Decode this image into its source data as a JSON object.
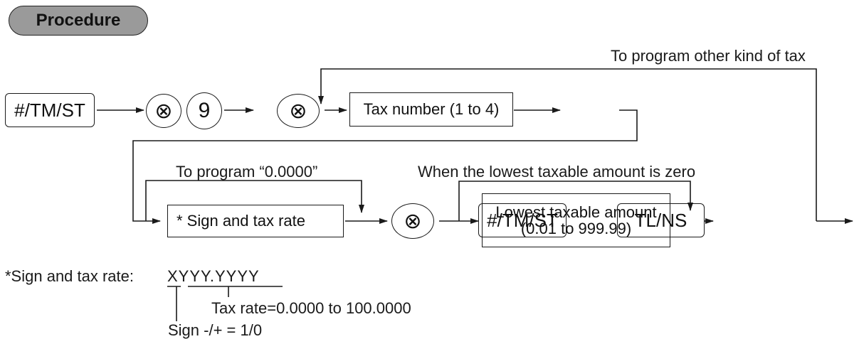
{
  "header": {
    "title": "Procedure"
  },
  "diagram": {
    "key_start": "#/TM/ST",
    "multiply_symbol": "⊗",
    "digit_9": "9",
    "tax_number_box": "Tax number (1 to 4)",
    "loop_other_tax_label": "To program other kind of tax",
    "zero_path_label": "To program “0.0000”",
    "sign_tax_rate_box": "* Sign and tax rate",
    "lowest_zero_label": "When the lowest taxable amount is zero",
    "lowest_amount_line1": "Lowest taxable amount",
    "lowest_amount_line2": "(0.01 to 999.99)",
    "key_lowest_overlay": "#/TM/ST",
    "key_tl_ns": "TL/NS"
  },
  "footnote": {
    "label": "*Sign and tax rate:",
    "format": "XYYY.YYYY",
    "tax_rate_note": "Tax rate=0.0000 to 100.0000",
    "sign_note": "Sign -/+ = 1/0"
  }
}
